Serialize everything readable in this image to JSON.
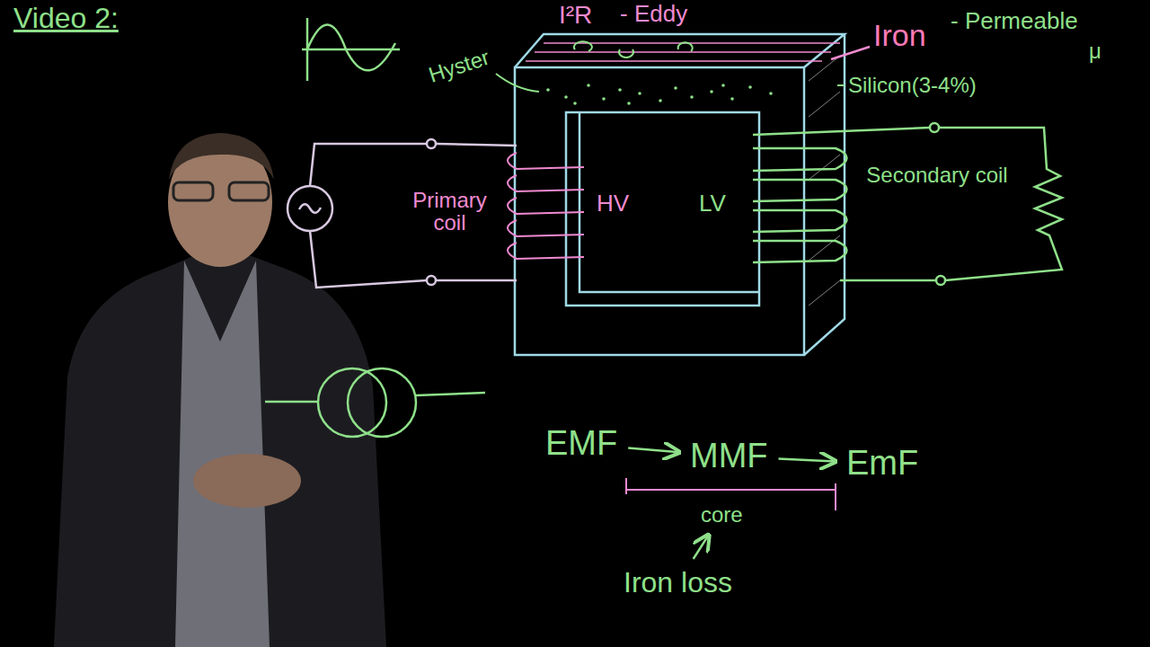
{
  "diagram": {
    "title": "Video 2:",
    "nodes": [
      {
        "text": [
          "EMF"
        ]
      },
      {
        "text": [
          "MMF"
        ]
      },
      {
        "text": [
          "EmF"
        ]
      },
      {
        "text": [
          "core"
        ]
      },
      {
        "text": [
          "Iron loss"
        ]
      }
    ],
    "edges": [
      {
        "from": 0,
        "to": 1,
        "arrow": "to"
      },
      {
        "from": 1,
        "to": 2,
        "arrow": "to"
      },
      {
        "from": 4,
        "to": 3,
        "arrow": "to"
      }
    ],
    "labels": [
      "I²R",
      "- Eddy",
      "Hyster",
      "Iron",
      "- Permeable",
      "μ",
      "Silicon(3-4%)",
      "Primary coil",
      "HV",
      "LV",
      "Secondary coil"
    ]
  }
}
